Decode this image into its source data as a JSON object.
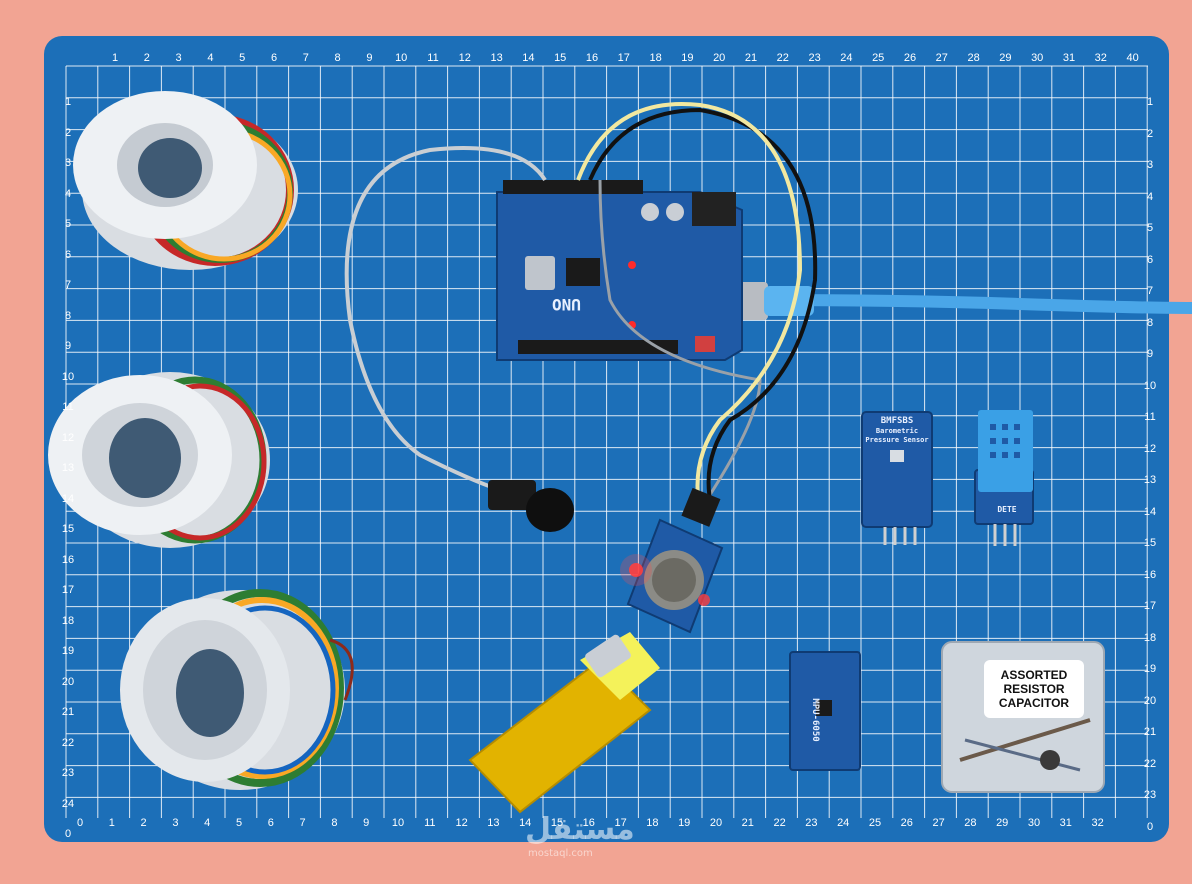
{
  "mat": {
    "top_ruler": [
      "1",
      "2",
      "3",
      "4",
      "5",
      "6",
      "7",
      "8",
      "9",
      "10",
      "11",
      "12",
      "13",
      "14",
      "15",
      "16",
      "17",
      "18",
      "19",
      "20",
      "21",
      "22",
      "23",
      "24",
      "25",
      "26",
      "27",
      "28",
      "29",
      "30",
      "31",
      "32",
      "40"
    ],
    "bottom_ruler": [
      "0",
      "1",
      "2",
      "3",
      "4",
      "5",
      "6",
      "7",
      "8",
      "9",
      "10",
      "11",
      "12",
      "13",
      "14",
      "15",
      "16",
      "17",
      "18",
      "19",
      "20",
      "21",
      "22",
      "23",
      "24",
      "25",
      "26",
      "27",
      "28",
      "29",
      "30",
      "31",
      "32"
    ],
    "left_ruler": [
      "1",
      "2",
      "3",
      "4",
      "5",
      "6",
      "7",
      "8",
      "9",
      "10",
      "11",
      "12",
      "13",
      "14",
      "15",
      "16",
      "17",
      "18",
      "19",
      "20",
      "21",
      "22",
      "23",
      "24",
      "0"
    ],
    "right_ruler": [
      "1",
      "2",
      "3",
      "4",
      "5",
      "6",
      "7",
      "8",
      "9",
      "10",
      "11",
      "12",
      "13",
      "14",
      "15",
      "16",
      "17",
      "18",
      "19",
      "20",
      "21",
      "22",
      "23",
      "0"
    ],
    "colors": {
      "background": "#f2a493",
      "mat": "#1c6fb8",
      "grid": "#ffffff"
    }
  },
  "arduino": {
    "model_label": "UNO"
  },
  "sensor_module": {
    "line1": "BMFSBS",
    "line2": "Barometric",
    "line3": "Pressure Sensor"
  },
  "humidity_module": {
    "pin_label": "DETE"
  },
  "imu_module": {
    "label": "MPU-6050"
  },
  "component_box": {
    "line1": "ASSORTED",
    "line2": "RESISTOR",
    "line3": "CAPACITOR"
  },
  "watermark": {
    "text": "مستقل",
    "sub": "mostaql.com"
  }
}
